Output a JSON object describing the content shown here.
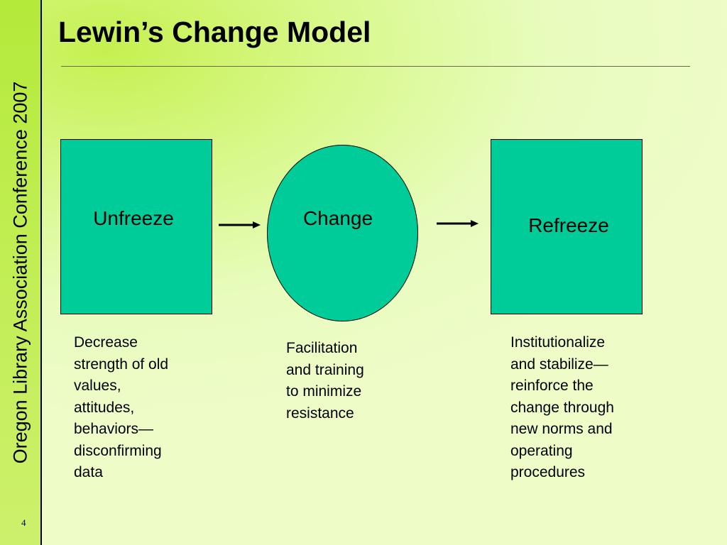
{
  "slide": {
    "title": "Lewin’s Change Model",
    "sidebar_text": "Oregon Library Association Conference 2007",
    "page_number": "4"
  },
  "diagram": {
    "stages": [
      {
        "label": "Unfreeze",
        "shape": "rectangle",
        "description": "Decrease\nstrength of old\nvalues,\nattitudes,\nbehaviors—\ndisconfirming\ndata"
      },
      {
        "label": "Change",
        "shape": "ellipse",
        "description": "Facilitation\nand training\nto minimize\nresistance"
      },
      {
        "label": "Refreeze",
        "shape": "rectangle",
        "description": "Institutionalize\nand stabilize—\nreinforce the\nchange through\nnew norms and\noperating\nprocedures"
      }
    ],
    "connectors": [
      {
        "from": "Unfreeze",
        "to": "Change",
        "type": "arrow"
      },
      {
        "from": "Change",
        "to": "Refreeze",
        "type": "arrow"
      }
    ],
    "colors": {
      "shape_fill": "#00cc99",
      "sidebar": "#b4ea3a",
      "background": "#e8fcbe"
    }
  }
}
